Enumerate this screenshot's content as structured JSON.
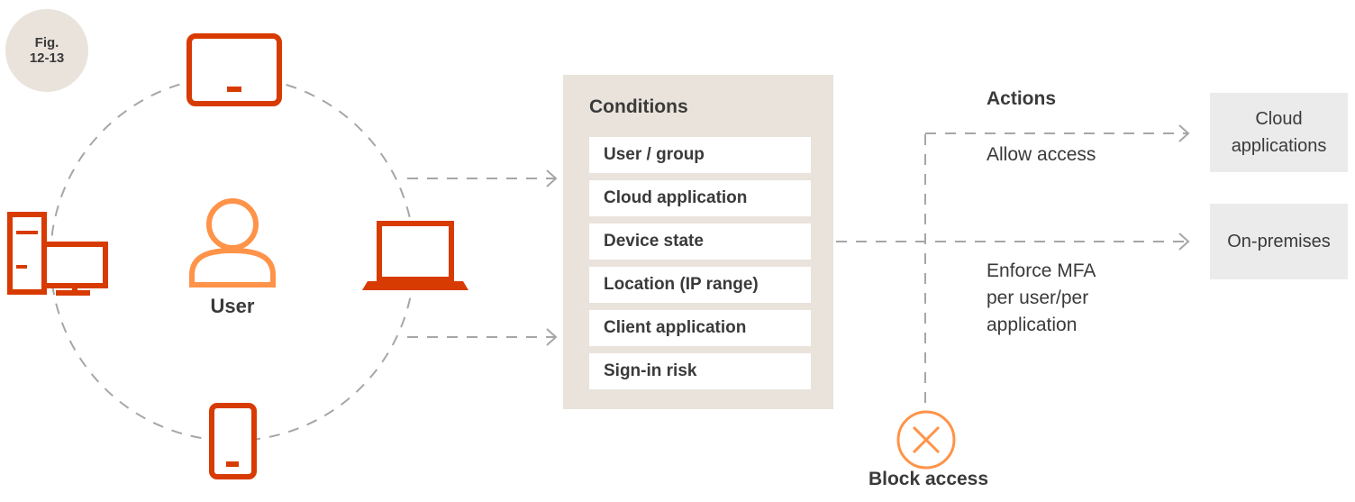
{
  "figure": {
    "label_line1": "Fig.",
    "label_line2": "12-13"
  },
  "user": {
    "label": "User"
  },
  "conditions": {
    "title": "Conditions",
    "items": [
      "User / group",
      "Cloud application",
      "Device state",
      "Location (IP range)",
      "Client application",
      "Sign-in risk"
    ]
  },
  "actions": {
    "title": "Actions",
    "allow": "Allow access",
    "mfa_line1": "Enforce MFA",
    "mfa_line2": "per user/per",
    "mfa_line3": "application",
    "block": "Block access"
  },
  "targets": {
    "cloud_line1": "Cloud",
    "cloud_line2": "applications",
    "onprem": "On-premises"
  },
  "icons": {
    "device_icons": [
      "tablet-icon",
      "desktop-tower-icon",
      "laptop-icon",
      "phone-icon"
    ],
    "user_icon": "user-icon",
    "block_icon": "block-x-icon"
  },
  "colors": {
    "device_orange": "#d83b01",
    "user_orange": "#ff9349",
    "panel_beige": "#e9e3dc",
    "target_gray": "#ebebeb",
    "dash_gray": "#a6a6a6"
  }
}
